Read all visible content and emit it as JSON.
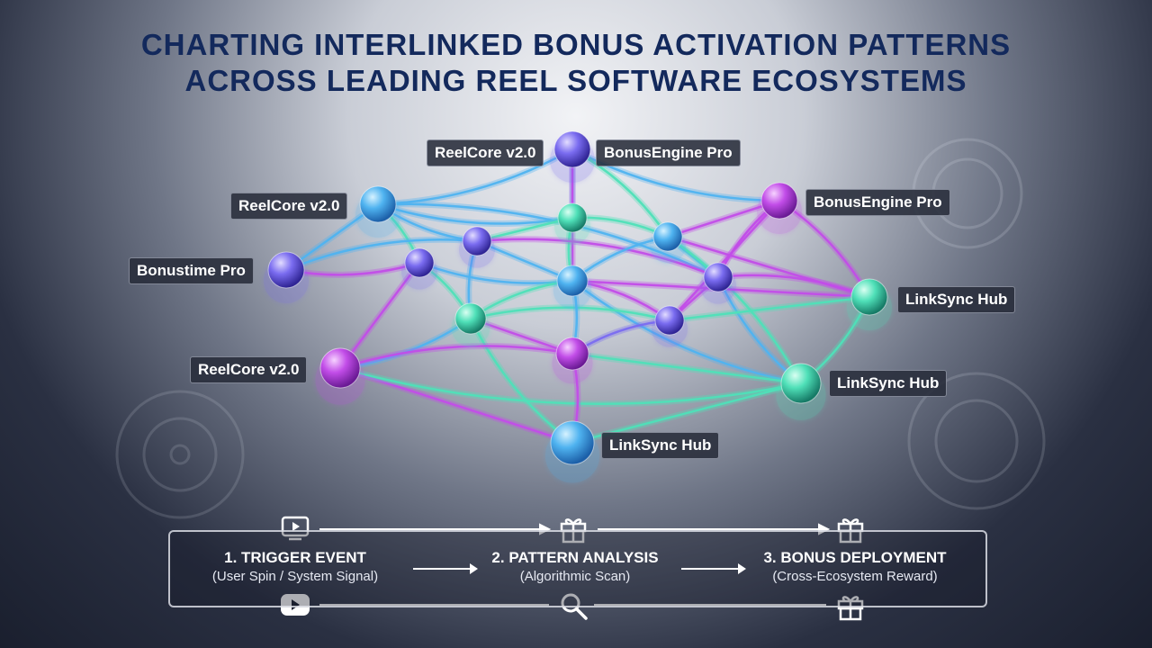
{
  "title": {
    "line1": "CHARTING INTERLINKED BONUS ACTIVATION PATTERNS",
    "line2": "ACROSS LEADING REEL SOFTWARE ECOSYSTEMS"
  },
  "colors": {
    "title": "#13295c",
    "blue": "#4fb3f0",
    "purple": "#c24de8",
    "teal": "#4fe0b8",
    "violet": "#7a6cf0"
  },
  "nodes": [
    {
      "id": "n_top",
      "color": "violet",
      "label": "BonusEngine Pro",
      "label_left": "ReelCore v2.0"
    },
    {
      "id": "n_rc1",
      "color": "blue",
      "label": "ReelCore v2.0"
    },
    {
      "id": "n_bep",
      "color": "purple",
      "label": "BonusEngine Pro"
    },
    {
      "id": "n_btp",
      "color": "violet",
      "label": "Bonustime Pro"
    },
    {
      "id": "n_lsh1",
      "color": "teal",
      "label": "LinkSync Hub"
    },
    {
      "id": "n_rc2",
      "color": "purple",
      "label": "ReelCore v2.0"
    },
    {
      "id": "n_lsh2",
      "color": "teal",
      "label": "LinkSync Hub"
    },
    {
      "id": "n_lsh3",
      "color": "blue",
      "label": "LinkSync Hub"
    },
    {
      "id": "h1",
      "color": "teal"
    },
    {
      "id": "h2",
      "color": "violet"
    },
    {
      "id": "h3",
      "color": "blue"
    },
    {
      "id": "h4",
      "color": "violet"
    },
    {
      "id": "h5",
      "color": "blue"
    },
    {
      "id": "h6",
      "color": "violet"
    },
    {
      "id": "h7",
      "color": "teal"
    },
    {
      "id": "h8",
      "color": "violet"
    },
    {
      "id": "h9",
      "color": "purple"
    }
  ],
  "edges": [
    [
      "n_top",
      "n_rc1",
      "blue"
    ],
    [
      "n_top",
      "h1",
      "blue"
    ],
    [
      "n_top",
      "n_bep",
      "blue"
    ],
    [
      "n_top",
      "h3",
      "teal"
    ],
    [
      "n_top",
      "h5",
      "purple"
    ],
    [
      "n_rc1",
      "h2",
      "blue"
    ],
    [
      "n_rc1",
      "h4",
      "teal"
    ],
    [
      "n_rc1",
      "n_btp",
      "blue"
    ],
    [
      "n_rc1",
      "h1",
      "blue"
    ],
    [
      "n_rc1",
      "h6",
      "blue"
    ],
    [
      "n_bep",
      "h3",
      "purple"
    ],
    [
      "n_bep",
      "h6",
      "purple"
    ],
    [
      "n_bep",
      "n_lsh1",
      "purple"
    ],
    [
      "n_bep",
      "h8",
      "purple"
    ],
    [
      "n_btp",
      "h4",
      "purple"
    ],
    [
      "n_btp",
      "h2",
      "blue"
    ],
    [
      "h1",
      "h2",
      "teal"
    ],
    [
      "h1",
      "h5",
      "teal"
    ],
    [
      "h1",
      "h3",
      "teal"
    ],
    [
      "h2",
      "h5",
      "blue"
    ],
    [
      "h2",
      "h7",
      "blue"
    ],
    [
      "h2",
      "h6",
      "purple"
    ],
    [
      "h3",
      "h6",
      "blue"
    ],
    [
      "h3",
      "h5",
      "blue"
    ],
    [
      "h3",
      "n_lsh2",
      "teal"
    ],
    [
      "h3",
      "n_lsh1",
      "purple"
    ],
    [
      "h4",
      "h5",
      "blue"
    ],
    [
      "h4",
      "h7",
      "teal"
    ],
    [
      "h4",
      "n_rc2",
      "purple"
    ],
    [
      "h5",
      "h7",
      "teal"
    ],
    [
      "h5",
      "h8",
      "purple"
    ],
    [
      "h5",
      "n_lsh1",
      "purple"
    ],
    [
      "h5",
      "n_lsh2",
      "blue"
    ],
    [
      "h6",
      "n_lsh1",
      "purple"
    ],
    [
      "h6",
      "h8",
      "purple"
    ],
    [
      "h6",
      "n_lsh2",
      "blue"
    ],
    [
      "h7",
      "n_rc2",
      "blue"
    ],
    [
      "h7",
      "h9",
      "purple"
    ],
    [
      "h7",
      "n_lsh3",
      "teal"
    ],
    [
      "h7",
      "h8",
      "teal"
    ],
    [
      "h8",
      "n_lsh1",
      "teal"
    ],
    [
      "h8",
      "h9",
      "violet"
    ],
    [
      "n_rc2",
      "h9",
      "purple"
    ],
    [
      "n_rc2",
      "n_lsh3",
      "purple"
    ],
    [
      "n_rc2",
      "n_lsh2",
      "teal"
    ],
    [
      "h9",
      "n_lsh3",
      "purple"
    ],
    [
      "h9",
      "n_lsh2",
      "teal"
    ],
    [
      "h9",
      "h5",
      "blue"
    ],
    [
      "n_lsh1",
      "n_lsh2",
      "teal"
    ],
    [
      "n_lsh2",
      "n_lsh3",
      "teal"
    ]
  ],
  "flow": {
    "steps": [
      {
        "title": "1. TRIGGER EVENT",
        "subtitle": "(User Spin / System Signal)"
      },
      {
        "title": "2. PATTERN ANALYSIS",
        "subtitle": "(Algorithmic Scan)"
      },
      {
        "title": "3. BONUS DEPLOYMENT",
        "subtitle": "(Cross-Ecosystem Reward)"
      }
    ],
    "icons_top": [
      "play-icon",
      "gift-icon",
      "gift-icon"
    ],
    "icons_bottom": [
      "youtube-icon",
      "search-icon",
      "gift-icon"
    ]
  }
}
